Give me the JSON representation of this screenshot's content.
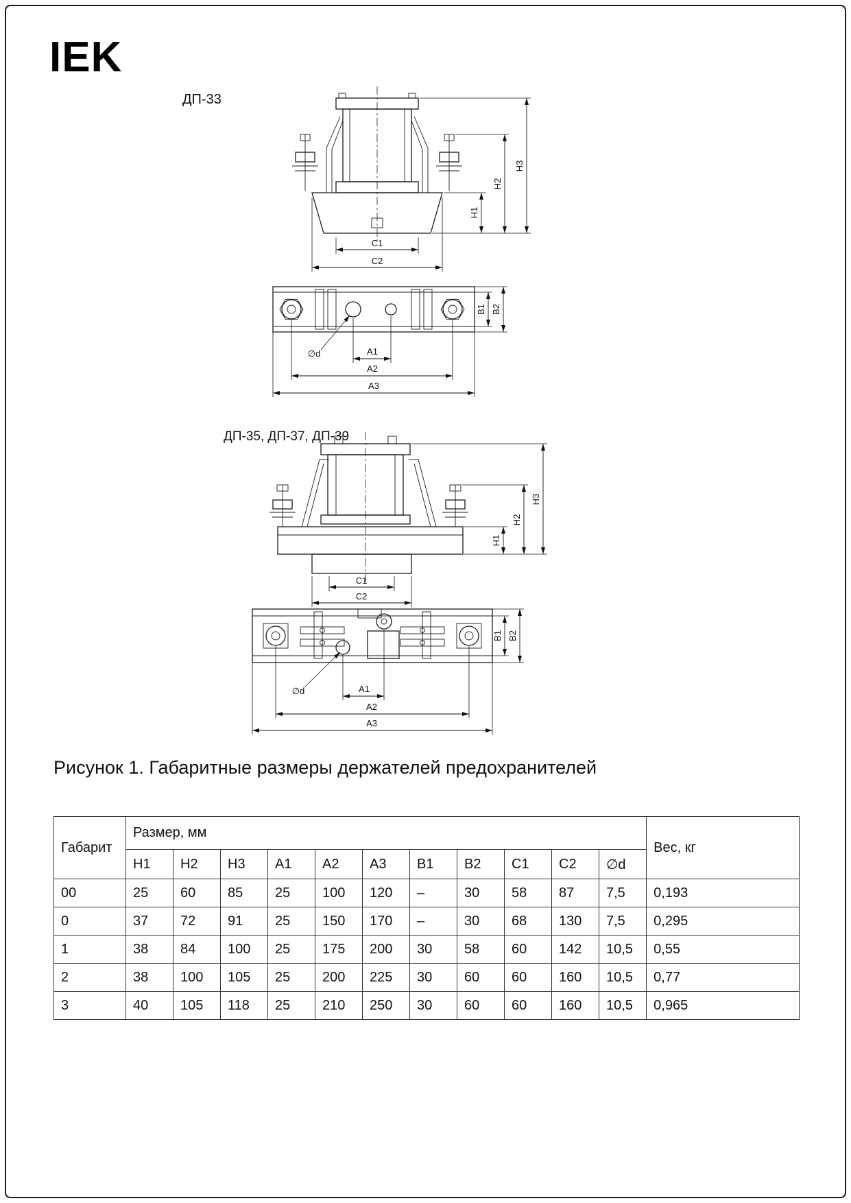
{
  "page": {
    "logo_text": "IEK",
    "figure_caption": "Рисунок 1. Габаритные размеры держателей предохранителей"
  },
  "drawings": [
    {
      "title": "ДП-33",
      "labels": {
        "h1": "H1",
        "h2": "H2",
        "h3": "H3",
        "c1": "C1",
        "c2": "C2",
        "b1": "B1",
        "b2": "B2",
        "a1": "A1",
        "a2": "A2",
        "a3": "A3",
        "d": "∅d"
      }
    },
    {
      "title": "ДП-35, ДП-37, ДП-39",
      "labels": {
        "h1": "H1",
        "h2": "H2",
        "h3": "H3",
        "c1": "C1",
        "c2": "C2",
        "b1": "B1",
        "b2": "B2",
        "a1": "A1",
        "a2": "A2",
        "a3": "A3",
        "d": "∅d"
      }
    }
  ],
  "table": {
    "col_gabarit": "Габарит",
    "col_size_group": "Размер, мм",
    "col_weight": "Вес, кг",
    "size_columns": [
      "H1",
      "H2",
      "H3",
      "A1",
      "A2",
      "A3",
      "B1",
      "B2",
      "C1",
      "C2",
      "∅d"
    ],
    "rows": [
      {
        "gabarit": "00",
        "values": [
          "25",
          "60",
          "85",
          "25",
          "100",
          "120",
          "–",
          "30",
          "58",
          "87",
          "7,5"
        ],
        "weight": "0,193"
      },
      {
        "gabarit": "0",
        "values": [
          "37",
          "72",
          "91",
          "25",
          "150",
          "170",
          "–",
          "30",
          "68",
          "130",
          "7,5"
        ],
        "weight": "0,295"
      },
      {
        "gabarit": "1",
        "values": [
          "38",
          "84",
          "100",
          "25",
          "175",
          "200",
          "30",
          "58",
          "60",
          "142",
          "10,5"
        ],
        "weight": "0,55"
      },
      {
        "gabarit": "2",
        "values": [
          "38",
          "100",
          "105",
          "25",
          "200",
          "225",
          "30",
          "60",
          "60",
          "160",
          "10,5"
        ],
        "weight": "0,77"
      },
      {
        "gabarit": "3",
        "values": [
          "40",
          "105",
          "118",
          "25",
          "210",
          "250",
          "30",
          "60",
          "60",
          "160",
          "10,5"
        ],
        "weight": "0,965"
      }
    ]
  }
}
